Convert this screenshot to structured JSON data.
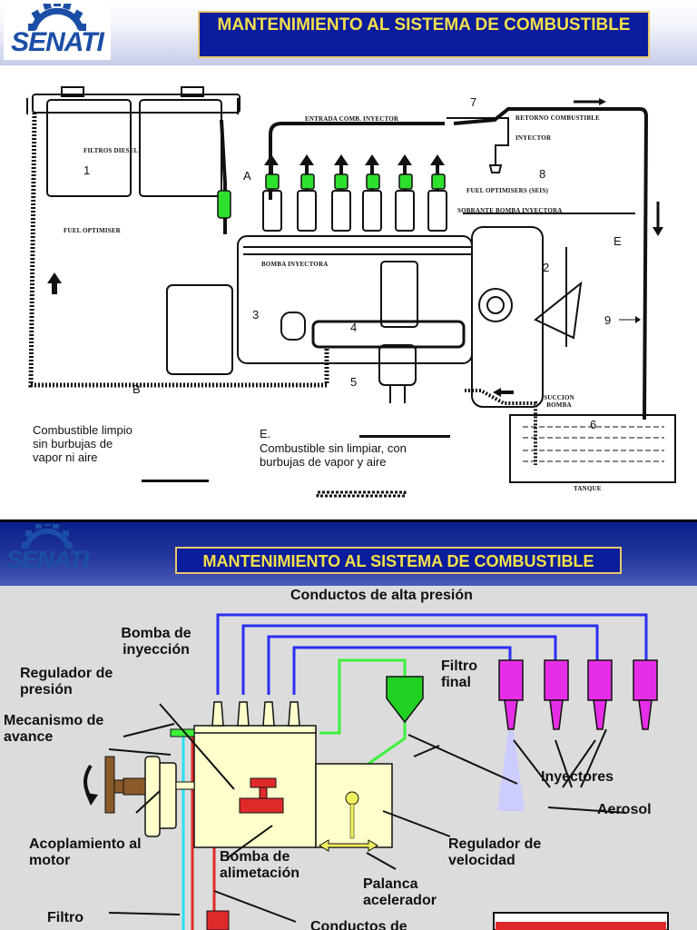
{
  "slide1": {
    "logo_text": "SENATI",
    "title": "MANTENIMIENTO AL SISTEMA DE COMBUSTIBLE",
    "labels": {
      "filtros_diesel": "FILTROS DIESEL",
      "fuel_optimiser": "FUEL OPTIMISER",
      "entrada_comb": "ENTRADA COMB. INYECTOR",
      "retorno": "RETORNO COMBUSTIBLE",
      "inyector": "INYECTOR",
      "fuel_optimisers": "FUEL OPTIMISERS (SEIS)",
      "sobrante": "SOBRANTE BOMBA INYECTORA",
      "bomba_inyectora": "BOMBA INYECTORA",
      "succion_bomba": "SUCCION BOMBA",
      "tanque": "TANQUE"
    },
    "numbers": {
      "n1": "1",
      "n2": "2",
      "n3": "3",
      "n4": "4",
      "n5": "5",
      "n6": "6",
      "n7": "7",
      "n8": "8",
      "n9": "9",
      "a": "A",
      "b": "B",
      "e": "E"
    },
    "legend_clean": "Combustible limpio sin burbujas de vapor ni aire",
    "legend_dirty_letter": "E.",
    "legend_dirty": "Combustible sin limpiar, con burbujas de vapor y aire"
  },
  "slide2": {
    "logo_text": "SENATI",
    "title": "MANTENIMIENTO AL SISTEMA DE COMBUSTIBLE",
    "labels": {
      "conductos_alta": "Conductos de alta presión",
      "bomba_inyeccion": "Bomba de inyección",
      "regulador_presion": "Regulador de presión",
      "mecanismo_avance": "Mecanismo de avance",
      "acoplamiento": "Acoplamiento al motor",
      "filtro_final": "Filtro final",
      "inyectores": "Inyectores",
      "aerosol": "Aerosol",
      "bomba_alimentacion": "Bomba de alimetación",
      "regulador_velocidad": "Regulador de velocidad",
      "palanca": "Palanca acelerador",
      "filtro": "Filtro",
      "conductos_de": "Conductos de"
    },
    "colors": {
      "high_pressure": "#2a2ff0",
      "supply": "#3cf03c",
      "return": "#2ae0f0",
      "feed": "#e02a2a",
      "injector": "#e62ee6",
      "pump_body": "#ffffcc"
    }
  }
}
